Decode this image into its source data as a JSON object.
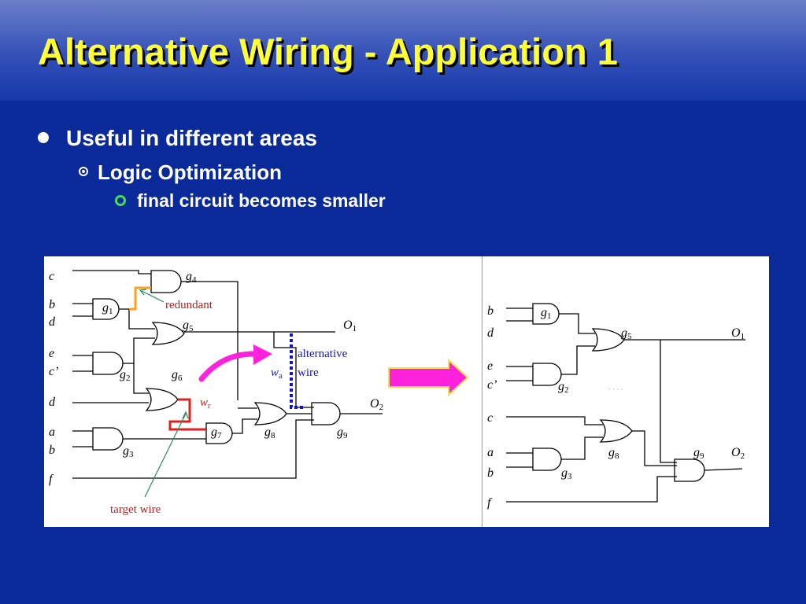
{
  "slide": {
    "title": "Alternative Wiring - Application 1",
    "bullets": {
      "level1": "Useful in different areas",
      "level2": "Logic Optimization",
      "level3": "final circuit becomes smaller"
    }
  },
  "left_circuit": {
    "inputs": [
      "c",
      "b",
      "d",
      "e",
      "c’",
      "d",
      "a",
      "b",
      "f"
    ],
    "gates": {
      "g1": {
        "base": "g",
        "sub": "1"
      },
      "g2": {
        "base": "g",
        "sub": "2"
      },
      "g3": {
        "base": "g",
        "sub": "3"
      },
      "g4": {
        "base": "g",
        "sub": "4"
      },
      "g5": {
        "base": "g",
        "sub": "5"
      },
      "g6": {
        "base": "g",
        "sub": "6"
      },
      "g7": {
        "base": "g",
        "sub": "7"
      },
      "g8": {
        "base": "g",
        "sub": "8"
      },
      "g9": {
        "base": "g",
        "sub": "9"
      }
    },
    "outputs": {
      "o1": {
        "base": "O",
        "sub": "1"
      },
      "o2": {
        "base": "O",
        "sub": "2"
      }
    },
    "annotations": {
      "redundant": "redundant",
      "alternative_line1": "alternative",
      "alternative_line2": "wire",
      "wa_base": "w",
      "wa_sub": "a",
      "wr_base": "w",
      "wr_sub": "r",
      "target": "target wire"
    }
  },
  "right_circuit": {
    "inputs": [
      "b",
      "d",
      "e",
      "c’",
      "c",
      "a",
      "b",
      "f"
    ],
    "gates": {
      "g1": {
        "base": "g",
        "sub": "1"
      },
      "g2": {
        "base": "g",
        "sub": "2"
      },
      "g3": {
        "base": "g",
        "sub": "3"
      },
      "g5": {
        "base": "g",
        "sub": "5"
      },
      "g8": {
        "base": "g",
        "sub": "8"
      },
      "g9": {
        "base": "g",
        "sub": "9"
      }
    },
    "outputs": {
      "o1": {
        "base": "O",
        "sub": "1"
      },
      "o2": {
        "base": "O",
        "sub": "2"
      }
    },
    "faint_mark": "· · · ·"
  },
  "colors": {
    "background": "#0a2a9a",
    "title": "#ffff33",
    "redundant_wire": "#ffa020",
    "target_wire": "#e02020",
    "alternative_wire": "#1010d0",
    "arrow": "#ff22dd",
    "pointer": "#2a8a5a",
    "bullet3": "#44dd55"
  }
}
